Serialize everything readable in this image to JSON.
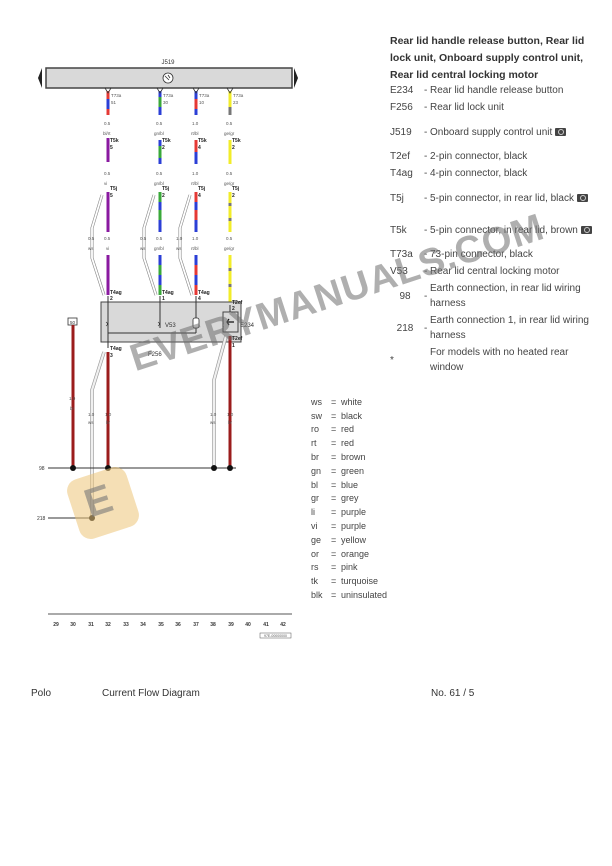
{
  "diagram": {
    "control_unit_label": "J519",
    "wires_top": [
      {
        "pin_label": "T73a",
        "pin_no": "51",
        "size": "0.5",
        "color": "bl/rt",
        "conn": "T5k",
        "conn_pin": "5"
      },
      {
        "pin_label": "T73a",
        "pin_no": "30",
        "size": "0.5",
        "color": "gn/bl",
        "conn": "T5k",
        "conn_pin": "2"
      },
      {
        "pin_label": "T73a",
        "pin_no": "10",
        "size": "1.0",
        "color": "rt/bl",
        "conn": "T5k",
        "conn_pin": "4"
      },
      {
        "pin_label": "T73a",
        "pin_no": "23",
        "size": "0.5",
        "color": "ge/gr",
        "conn": "T5k",
        "conn_pin": "2"
      }
    ],
    "wires_mid": [
      {
        "size": "0.5",
        "color": "vi",
        "alt_size": "0.5",
        "alt_color": "ws",
        "conn": "T5j",
        "conn_pin": "5"
      },
      {
        "size": "0.5",
        "color": "gn/bl",
        "alt_size": "0.5",
        "alt_color": "ws",
        "conn": "T5j",
        "conn_pin": "2"
      },
      {
        "size": "1.0",
        "color": "rt/bl",
        "alt_size": "1.0",
        "alt_color": "ws",
        "conn": "T5j",
        "conn_pin": "4"
      },
      {
        "size": "0.5",
        "color": "ge/gr",
        "conn": "T5j",
        "conn_pin": "2"
      }
    ],
    "components": {
      "lock_unit": "F256",
      "motor": "V53",
      "button": "E234",
      "lock_conn_top": "T4ag",
      "lock_conn_bottom": "T4ag",
      "button_conn_top": "T2ef",
      "button_conn_bottom": "T2ef",
      "earth_ref": "50"
    },
    "wires_bottom": [
      {
        "size": "1.0",
        "color": "br"
      },
      {
        "size": "1.0",
        "color": "ws",
        "star": "*"
      },
      {
        "size": "1.0",
        "color": "br"
      },
      {
        "size": "1.0",
        "color": "ws",
        "star": "*"
      },
      {
        "size": "1.0",
        "color": "br"
      }
    ],
    "earth_points": [
      "98",
      "218"
    ],
    "track_numbers": [
      "29",
      "30",
      "31",
      "32",
      "33",
      "34",
      "35",
      "36",
      "37",
      "38",
      "39",
      "40",
      "41",
      "42"
    ],
    "ref_code": "97E-00000000"
  },
  "legend": {
    "title": "Rear lid handle release button, Rear lid lock unit, Onboard supply control unit, Rear lid central locking motor",
    "items": [
      {
        "code": "E234",
        "desc": "Rear lid handle release button",
        "camera": false
      },
      {
        "code": "F256",
        "desc": "Rear lid lock unit",
        "camera": false
      },
      {
        "code": "J519",
        "desc": "Onboard supply control unit",
        "camera": true
      },
      {
        "code": "T2ef",
        "desc": "2-pin connector, black",
        "camera": false
      },
      {
        "code": "T4ag",
        "desc": "4-pin connector, black",
        "camera": false
      },
      {
        "code": "T5j",
        "desc": "5-pin connector, in rear lid, black",
        "camera": true
      },
      {
        "code": "T5k",
        "desc": "5-pin connector, in rear lid, brown",
        "camera": true
      },
      {
        "code": "T73a",
        "desc": "73-pin connector, black",
        "camera": false
      },
      {
        "code": "V53",
        "desc": "Rear lid central locking motor",
        "camera": false
      },
      {
        "code": "98",
        "desc": "Earth connection, in rear lid wiring harness",
        "camera": false
      },
      {
        "code": "218",
        "desc": "Earth connection 1, in rear lid wiring harness",
        "camera": false
      },
      {
        "code": "*",
        "desc": "For models with no heated rear window",
        "camera": false
      }
    ]
  },
  "color_codes": [
    {
      "abbr": "ws",
      "name": "white"
    },
    {
      "abbr": "sw",
      "name": "black"
    },
    {
      "abbr": "ro",
      "name": "red"
    },
    {
      "abbr": "rt",
      "name": "red"
    },
    {
      "abbr": "br",
      "name": "brown"
    },
    {
      "abbr": "gn",
      "name": "green"
    },
    {
      "abbr": "bl",
      "name": "blue"
    },
    {
      "abbr": "gr",
      "name": "grey"
    },
    {
      "abbr": "li",
      "name": "purple"
    },
    {
      "abbr": "vi",
      "name": "purple"
    },
    {
      "abbr": "ge",
      "name": "yellow"
    },
    {
      "abbr": "or",
      "name": "orange"
    },
    {
      "abbr": "rs",
      "name": "pink"
    },
    {
      "abbr": "tk",
      "name": "turquoise"
    },
    {
      "abbr": "blk",
      "name": "uninsulated"
    }
  ],
  "footer": {
    "model": "Polo",
    "title": "Current Flow Diagram",
    "page": "No.  61 / 5"
  },
  "watermark": {
    "text": "EVERYMANUALS.COM",
    "logo_letter": "E"
  },
  "colors": {
    "wire_red": "#e53935",
    "wire_blue": "#2b3fd6",
    "wire_green": "#3aa83a",
    "wire_yellow": "#f2ec2a",
    "wire_purple": "#8a1aa0",
    "wire_brown": "#9b1c1c",
    "box_fill": "#d9d9d9"
  }
}
